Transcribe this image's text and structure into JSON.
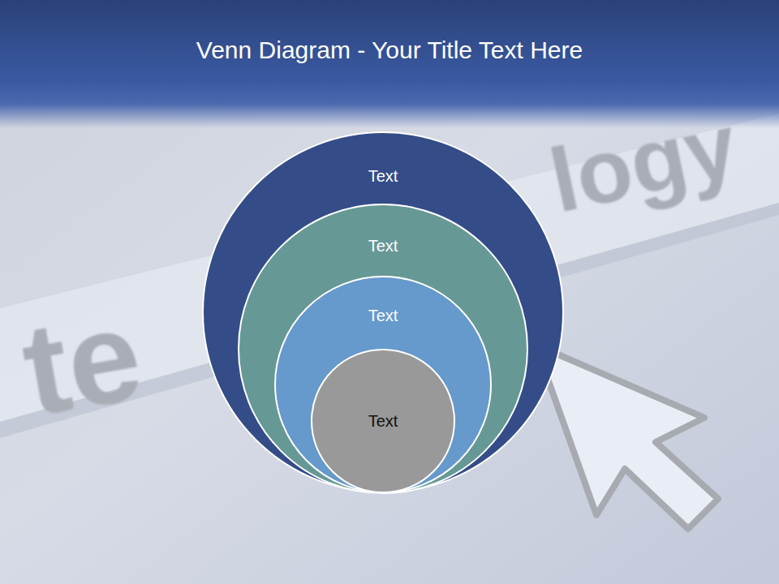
{
  "diagram": {
    "title": "Venn Diagram - Your Title Text Here",
    "nodes": [
      {
        "text": [
          "Text"
        ]
      },
      {
        "text": [
          "Text"
        ],
        "in": 0
      },
      {
        "text": [
          "Text"
        ],
        "in": 1
      },
      {
        "text": [
          "Text"
        ],
        "in": 2
      }
    ],
    "labels": [
      "te",
      "logy"
    ]
  }
}
